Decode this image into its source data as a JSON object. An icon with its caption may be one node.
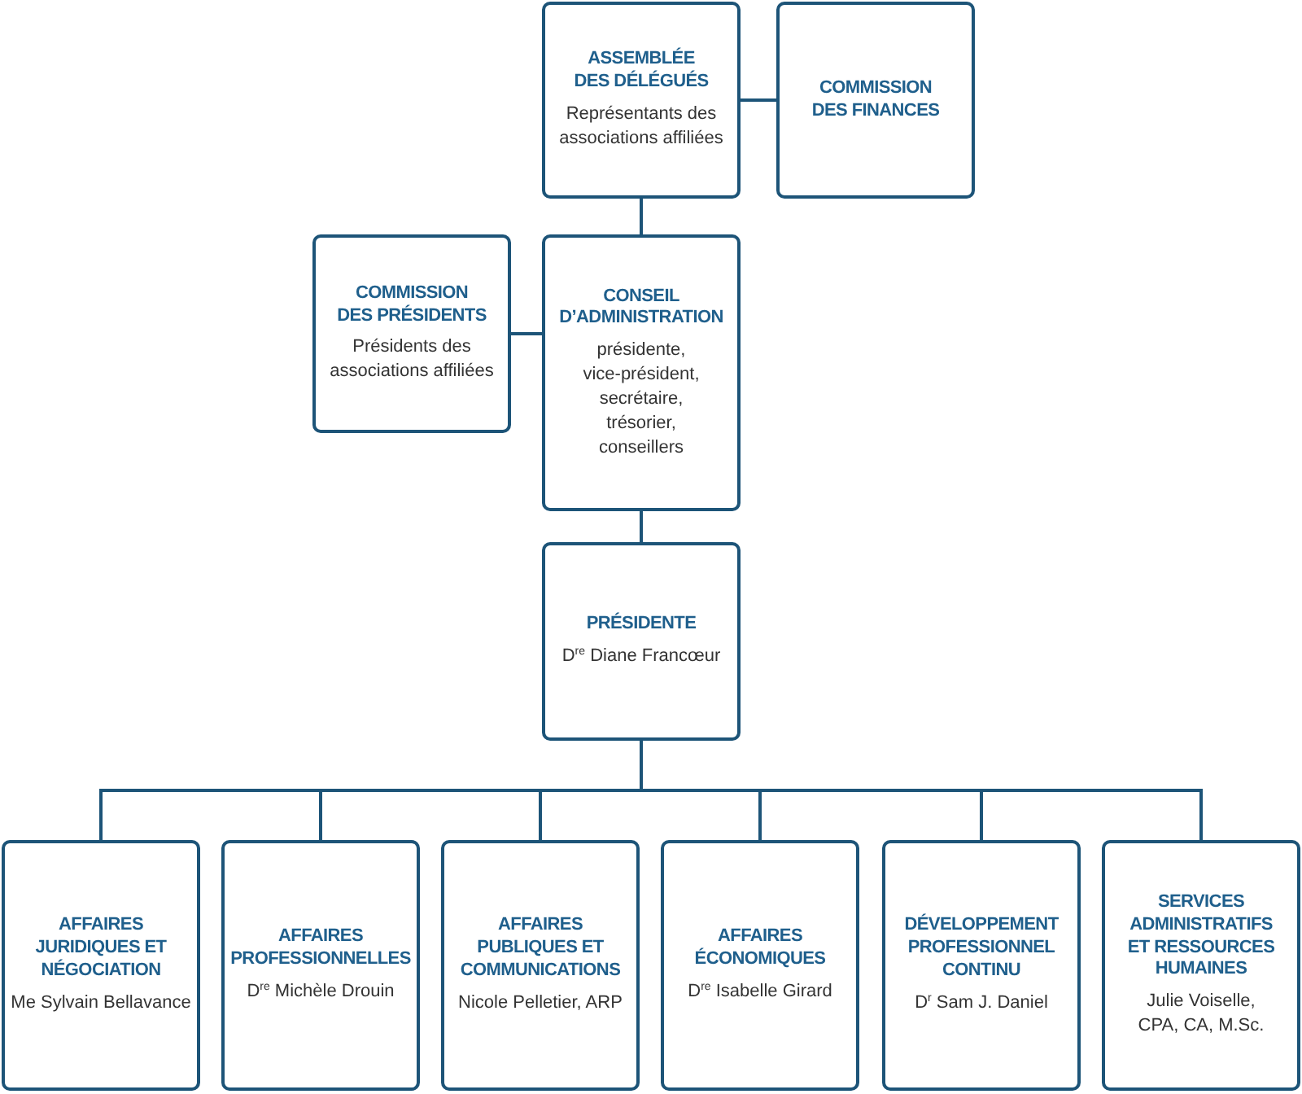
{
  "diagram": {
    "nodes": [
      {
        "text": [
          "ASSEMBLÉE DES DÉLÉGUÉS",
          "Représentants des associations affiliées"
        ]
      },
      {
        "text": [
          "COMMISSION DES FINANCES"
        ]
      },
      {
        "text": [
          "COMMISSION DES PRÉSIDENTS",
          "Présidents des associations affiliées"
        ]
      },
      {
        "text": [
          "CONSEIL D’ADMINISTRATION",
          "présidente, vice-président, secrétaire, trésorier, conseillers"
        ]
      },
      {
        "text": [
          "PRÉSIDENTE",
          "D$^{re}$ Diane Francœur"
        ]
      },
      {
        "text": [
          "AFFAIRES JURIDIQUES ET NÉGOCIATION",
          "Me Sylvain Bellavance"
        ]
      },
      {
        "text": [
          "AFFAIRES PROFESSIONNELLES",
          "D$^{re}$ Michèle Drouin"
        ]
      },
      {
        "text": [
          "AFFAIRES PUBLIQUES ET COMMUNICATIONS",
          "Nicole Pelletier, ARP"
        ]
      },
      {
        "text": [
          "AFFAIRES ÉCONOMIQUES",
          "D$^{re}$ Isabelle Girard"
        ]
      },
      {
        "text": [
          "DÉVELOPPEMENT PROFESSIONNEL CONTINU",
          "D$^{r}$ Sam J. Daniel"
        ]
      },
      {
        "text": [
          "SERVICES ADMINISTRATIFS ET RESSOURCES HUMAINES",
          "Julie Voiselle, CPA, CA, M.Sc."
        ]
      }
    ],
    "edges": [
      {
        "from": 0,
        "to": 1,
        "arrow": "none"
      },
      {
        "from": 0,
        "to": 3,
        "arrow": "none"
      },
      {
        "from": 3,
        "to": 2,
        "arrow": "none"
      },
      {
        "from": 3,
        "to": 4,
        "arrow": "none"
      },
      {
        "from": 4,
        "to": 5,
        "arrow": "none"
      },
      {
        "from": 4,
        "to": 6,
        "arrow": "none"
      },
      {
        "from": 4,
        "to": 7,
        "arrow": "none"
      },
      {
        "from": 4,
        "to": 8,
        "arrow": "none"
      },
      {
        "from": 4,
        "to": 9,
        "arrow": "none"
      },
      {
        "from": 4,
        "to": 10,
        "arrow": "none"
      }
    ]
  }
}
